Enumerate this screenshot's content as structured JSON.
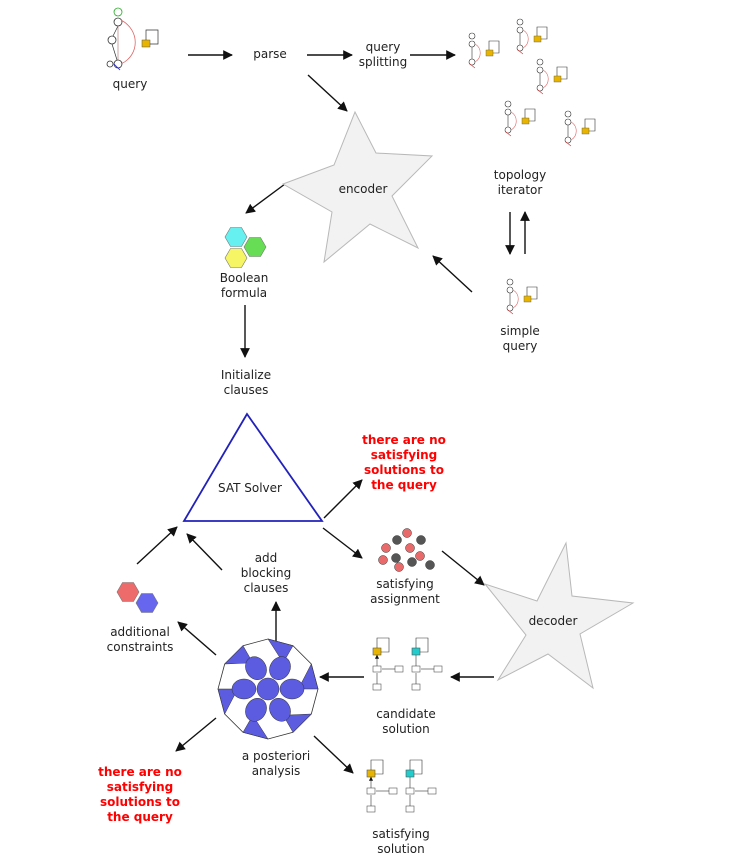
{
  "nodes": {
    "query": "query",
    "parse": "parse",
    "query_splitting": [
      "query",
      "splitting"
    ],
    "topology_iterator": [
      "topology",
      "iterator"
    ],
    "encoder": "encoder",
    "boolean_formula": [
      "Boolean",
      "formula"
    ],
    "simple_query": [
      "simple",
      "query"
    ],
    "initialize_clauses": [
      "Initialize",
      "clauses"
    ],
    "sat_solver": "SAT Solver",
    "no_solutions_top": [
      "there are no",
      "satisfying",
      "solutions to",
      "the query"
    ],
    "add_blocking_clauses": [
      "add",
      "blocking",
      "clauses"
    ],
    "satisfying_assignment": [
      "satisfying",
      "assignment"
    ],
    "additional_constraints": [
      "additional",
      "constraints"
    ],
    "decoder": "decoder",
    "candidate_solution": [
      "candidate",
      "solution"
    ],
    "a_posteriori_analysis": [
      "a posteriori",
      "analysis"
    ],
    "no_solutions_bottom": [
      "there are no",
      "satisfying",
      "solutions to",
      "the query"
    ],
    "satisfying_solution": [
      "satisfying",
      "solution"
    ]
  },
  "colors": {
    "red_text": "#ff0000",
    "star_fill": "#f2f2f2",
    "star_stroke": "#b8b8b8",
    "triangle_stroke": "#2222bb",
    "hex_cyan": "#66f0f0",
    "hex_green": "#66dd55",
    "hex_yellow": "#f5f566",
    "hex_red": "#ee6b6b",
    "hex_blue": "#6666ee",
    "dot_red": "#e86a6a",
    "dot_gray": "#555555",
    "orange_box": "#e8b400",
    "cyan_box": "#22cccc",
    "analysis_blue": "#5c5ce0"
  },
  "icons": [
    "query-graph-icon",
    "subquery-graph-icons",
    "hexagon-cluster-icon",
    "dots-cluster-icon",
    "solution-graph-icon",
    "polyhedron-icon"
  ]
}
